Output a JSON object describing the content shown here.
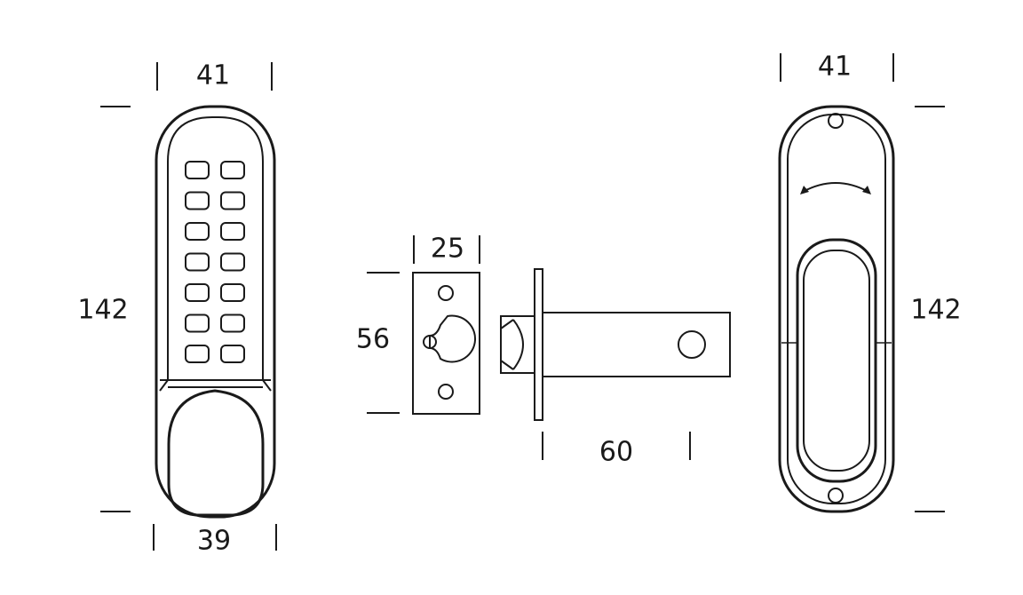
{
  "colors": {
    "line": "#1a1a1a",
    "background": "#ffffff"
  },
  "dimensions": {
    "keypad_width": "41",
    "keypad_height": "142",
    "keypad_bottom_width": "39",
    "strike_width": "25",
    "strike_height": "56",
    "latch_length": "60",
    "back_width": "41",
    "back_height": "142"
  },
  "keypad": {
    "button_rows": 7,
    "button_columns": 2
  },
  "icons": {
    "rotation": "rotate-arrow-icon"
  }
}
